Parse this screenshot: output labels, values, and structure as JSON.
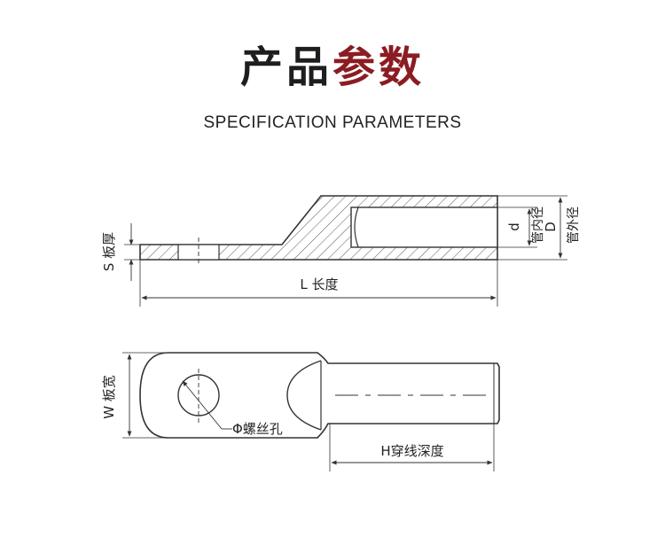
{
  "header": {
    "title_part1": "产品",
    "title_part2": "参数",
    "subtitle": "SPECIFICATION PARAMETERS"
  },
  "colors": {
    "title_dark": "#1e1e1e",
    "title_accent": "#8a1c22",
    "line": "#333333"
  },
  "side_view": {
    "label_thickness": "S 板厚",
    "label_length": "L 长度",
    "label_inner_symbol": "d",
    "label_inner": "管内径",
    "label_outer_symbol": "D",
    "label_outer": "管外径"
  },
  "top_view": {
    "label_width": "W 板宽",
    "label_hole": "Φ螺丝孔",
    "label_depth": "H穿线深度"
  }
}
